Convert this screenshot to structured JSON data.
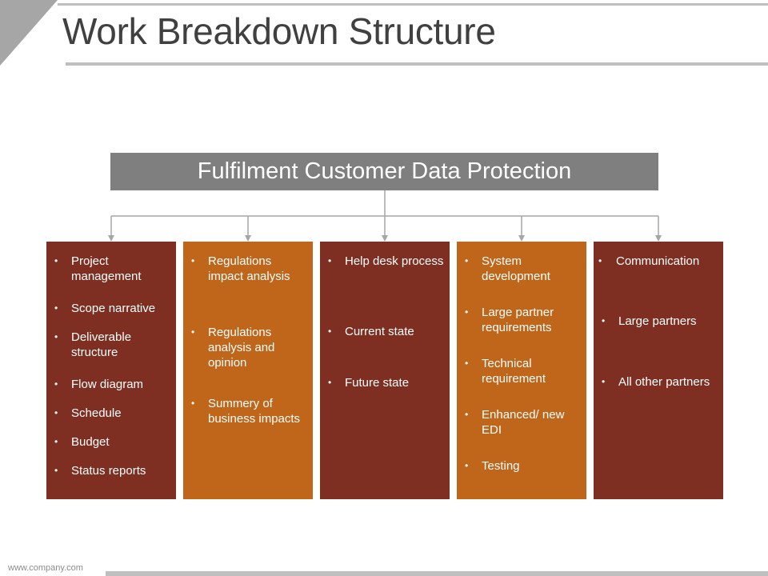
{
  "header": {
    "title": "Work Breakdown Structure"
  },
  "root": {
    "label": "Fulfilment Customer Data Protection"
  },
  "colors": {
    "dark": "#7f2f22",
    "orange": "#c0661a",
    "root": "#7f7f7f",
    "connector": "#a6a6a6"
  },
  "columns": [
    {
      "style": "dark",
      "items": [
        "Project management",
        "Scope narrative",
        "Deliverable structure",
        "Flow diagram",
        "Schedule",
        "Budget",
        "Status reports"
      ]
    },
    {
      "style": "orange",
      "items": [
        "Regulations impact analysis",
        "Regulations analysis and opinion",
        "Summery of business impacts"
      ]
    },
    {
      "style": "dark",
      "items": [
        "Help desk process",
        "Current state",
        "Future state"
      ]
    },
    {
      "style": "orange",
      "items": [
        "System development",
        "Large partner requirements",
        "Technical requirement",
        "Enhanced/ new EDI",
        "Testing"
      ]
    },
    {
      "style": "dark",
      "items": [
        "Communication",
        "Large partners",
        "All other partners"
      ]
    }
  ],
  "footer": {
    "url": "www.company.com"
  }
}
